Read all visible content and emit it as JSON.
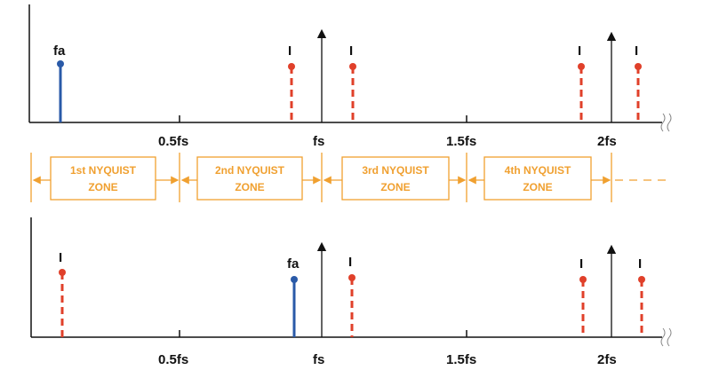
{
  "top_plot": {
    "signal_label": "fa",
    "image_marker": "I",
    "ticks": [
      "0.5fs",
      "fs",
      "1.5fs",
      "2fs"
    ]
  },
  "zones": [
    {
      "line1": "1st NYQUIST",
      "line2": "ZONE"
    },
    {
      "line1": "2nd NYQUIST",
      "line2": "ZONE"
    },
    {
      "line1": "3rd NYQUIST",
      "line2": "ZONE"
    },
    {
      "line1": "4th NYQUIST",
      "line2": "ZONE"
    }
  ],
  "bottom_plot": {
    "signal_label": "fa",
    "image_marker": "I",
    "ticks": [
      "0.5fs",
      "fs",
      "1.5fs",
      "2fs"
    ]
  },
  "colors": {
    "signal": "#2a5aa8",
    "image": "#e0402a",
    "zone": "#f0a030",
    "axis": "#111111"
  }
}
